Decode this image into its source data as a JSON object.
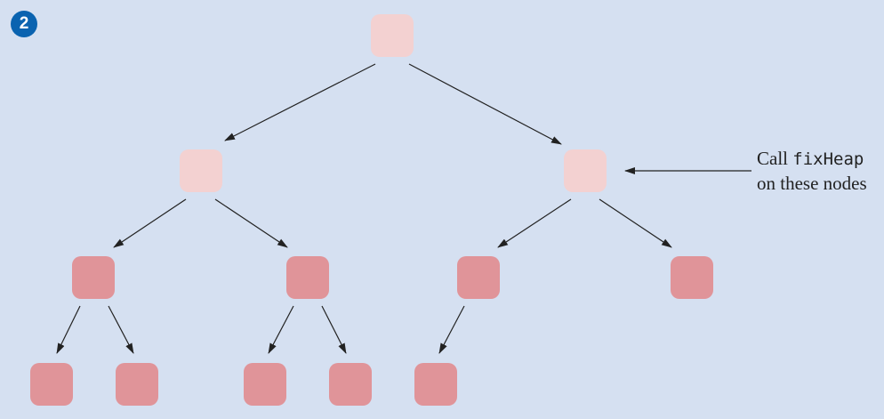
{
  "step_badge": "2",
  "callout": {
    "prefix": "Call ",
    "method": "fixHeap",
    "line2": "on these nodes"
  },
  "colors": {
    "background": "#d5e0f1",
    "node_light": "#f3d1d1",
    "node_dark": "#e09499",
    "badge": "#0a63b0",
    "edge": "#222222"
  }
}
